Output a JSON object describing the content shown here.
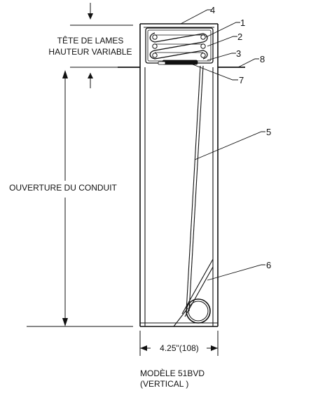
{
  "labels": {
    "tete_line1": "TÊTE DE LAMES",
    "tete_line2": "HAUTEUR VARIABLE",
    "ouverture": "OUVERTURE DU CONDUIT",
    "width_dim": "4.25\"(108)",
    "model_line1": "MODÈLE 51BVD",
    "model_line2": "(VERTICAL )"
  },
  "callouts": [
    "1",
    "2",
    "3",
    "4",
    "5",
    "6",
    "7",
    "8"
  ]
}
